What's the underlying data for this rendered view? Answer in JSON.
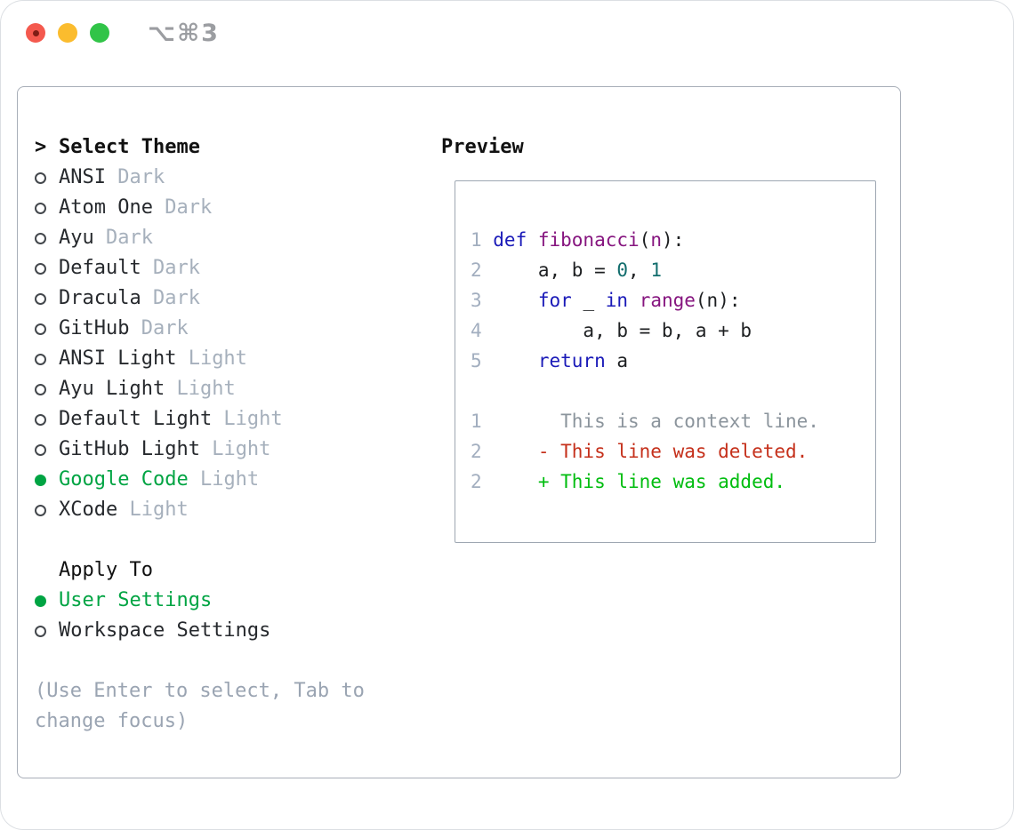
{
  "titlebar": {
    "shortcut": "⌥⌘3"
  },
  "colors": {
    "accent_green": "#00a443",
    "added_green": "#00bd0f",
    "deleted_red": "#c5301b",
    "keyword_blue": "#1a1ab8",
    "function_purple": "#86157f",
    "number_teal": "#126d6d",
    "muted_gray": "#a6b0bc",
    "panel_border": "#a8aeb8"
  },
  "panel": {
    "select_title": "Select Theme",
    "cursor": ">",
    "themes": [
      {
        "name": "ANSI",
        "variant": "Dark",
        "selected": false
      },
      {
        "name": "Atom One",
        "variant": "Dark",
        "selected": false
      },
      {
        "name": "Ayu",
        "variant": "Dark",
        "selected": false
      },
      {
        "name": "Default",
        "variant": "Dark",
        "selected": false
      },
      {
        "name": "Dracula",
        "variant": "Dark",
        "selected": false
      },
      {
        "name": "GitHub",
        "variant": "Dark",
        "selected": false
      },
      {
        "name": "ANSI Light",
        "variant": "Light",
        "selected": false
      },
      {
        "name": "Ayu Light",
        "variant": "Light",
        "selected": false
      },
      {
        "name": "Default Light",
        "variant": "Light",
        "selected": false
      },
      {
        "name": "GitHub Light",
        "variant": "Light",
        "selected": false
      },
      {
        "name": "Google Code",
        "variant": "Light",
        "selected": true
      },
      {
        "name": "XCode",
        "variant": "Light",
        "selected": false
      }
    ],
    "apply_title": "Apply To",
    "apply_targets": [
      {
        "label": "User Settings",
        "selected": true
      },
      {
        "label": "Workspace Settings",
        "selected": false
      }
    ],
    "hint_line1": "(Use Enter to select, Tab to",
    "hint_line2": "change focus)"
  },
  "preview": {
    "title": "Preview",
    "code_lines": [
      {
        "no": "1",
        "tokens": [
          {
            "t": "def ",
            "c": "kw"
          },
          {
            "t": "fibonacci",
            "c": "fn"
          },
          {
            "t": "(",
            "c": "pln"
          },
          {
            "t": "n",
            "c": "fn"
          },
          {
            "t": "):",
            "c": "pln"
          }
        ]
      },
      {
        "no": "2",
        "tokens": [
          {
            "t": "    a, b = ",
            "c": "pln"
          },
          {
            "t": "0",
            "c": "num"
          },
          {
            "t": ", ",
            "c": "pln"
          },
          {
            "t": "1",
            "c": "num"
          }
        ]
      },
      {
        "no": "3",
        "tokens": [
          {
            "t": "    ",
            "c": "pln"
          },
          {
            "t": "for",
            "c": "kw"
          },
          {
            "t": " _ ",
            "c": "pln"
          },
          {
            "t": "in",
            "c": "kw"
          },
          {
            "t": " ",
            "c": "pln"
          },
          {
            "t": "range",
            "c": "fn"
          },
          {
            "t": "(n):",
            "c": "pln"
          }
        ]
      },
      {
        "no": "4",
        "tokens": [
          {
            "t": "        a, b = b, a + b",
            "c": "pln"
          }
        ]
      },
      {
        "no": "5",
        "tokens": [
          {
            "t": "    ",
            "c": "pln"
          },
          {
            "t": "return",
            "c": "kw"
          },
          {
            "t": " a",
            "c": "pln"
          }
        ]
      }
    ],
    "diff_lines": [
      {
        "no": "1",
        "type": "context",
        "marker": " ",
        "text": "This is a context line."
      },
      {
        "no": "2",
        "type": "deleted",
        "marker": "-",
        "text": "This line was deleted."
      },
      {
        "no": "2",
        "type": "added",
        "marker": "+",
        "text": "This line was added."
      }
    ]
  }
}
